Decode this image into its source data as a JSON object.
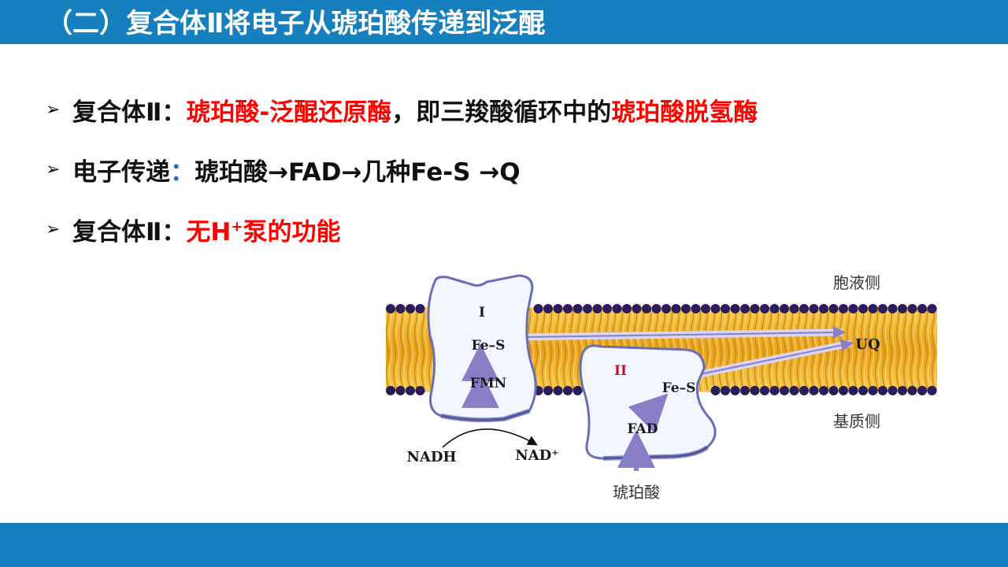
{
  "title": "（二）复合体Ⅱ将电子从琥珀酸传递到泛醌",
  "bullets": [
    {
      "marker": "➢",
      "label": "复合体Ⅱ：",
      "part1": "琥珀酸-泛醌还原酶",
      "part2": "，即三羧酸循环中的",
      "part3": "琥珀酸脱氢酶"
    },
    {
      "marker": "➢",
      "label": "电子传递",
      "colon": "：",
      "text": "琥珀酸→FAD→几种Fe-S →Q"
    },
    {
      "marker": "➢",
      "label": "复合体Ⅱ：",
      "red_pre": "无H",
      "red_sup": "+",
      "red_post": "泵的功能"
    }
  ],
  "diagram": {
    "side_top": "胞液侧",
    "side_bottom": "基质侧",
    "complex1": {
      "name": "I",
      "fes": "Fe–S",
      "fmn": "FMN"
    },
    "complex2": {
      "name": "II",
      "fes": "Fe–S",
      "fad": "FAD"
    },
    "uq": "UQ",
    "nadh": "NADH",
    "nad": "NAD⁺",
    "succinate": "琥珀酸"
  },
  "colors": {
    "header_bar": "#1580bd",
    "highlight": "#ff0000",
    "colon_blue": "#1f6ed4",
    "membrane": "#f0b51e",
    "lipid_head": "#2b1d5c"
  }
}
